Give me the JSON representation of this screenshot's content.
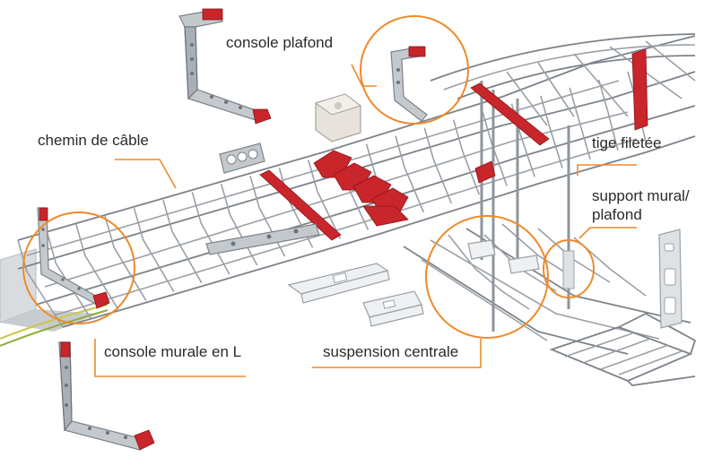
{
  "labels": {
    "console_plafond": "console plafond",
    "chemin_de_cable": "chemin de câble",
    "tige_filetee": "tige filetée",
    "support_mural_line1": "support mural/",
    "support_mural_line2": "plafond",
    "console_murale": "console murale en L",
    "suspension_centrale": "suspension centrale"
  },
  "colors": {
    "accent": "#ee8a2a",
    "steel": "#c4c9ce",
    "red_part": "#c8262b"
  }
}
